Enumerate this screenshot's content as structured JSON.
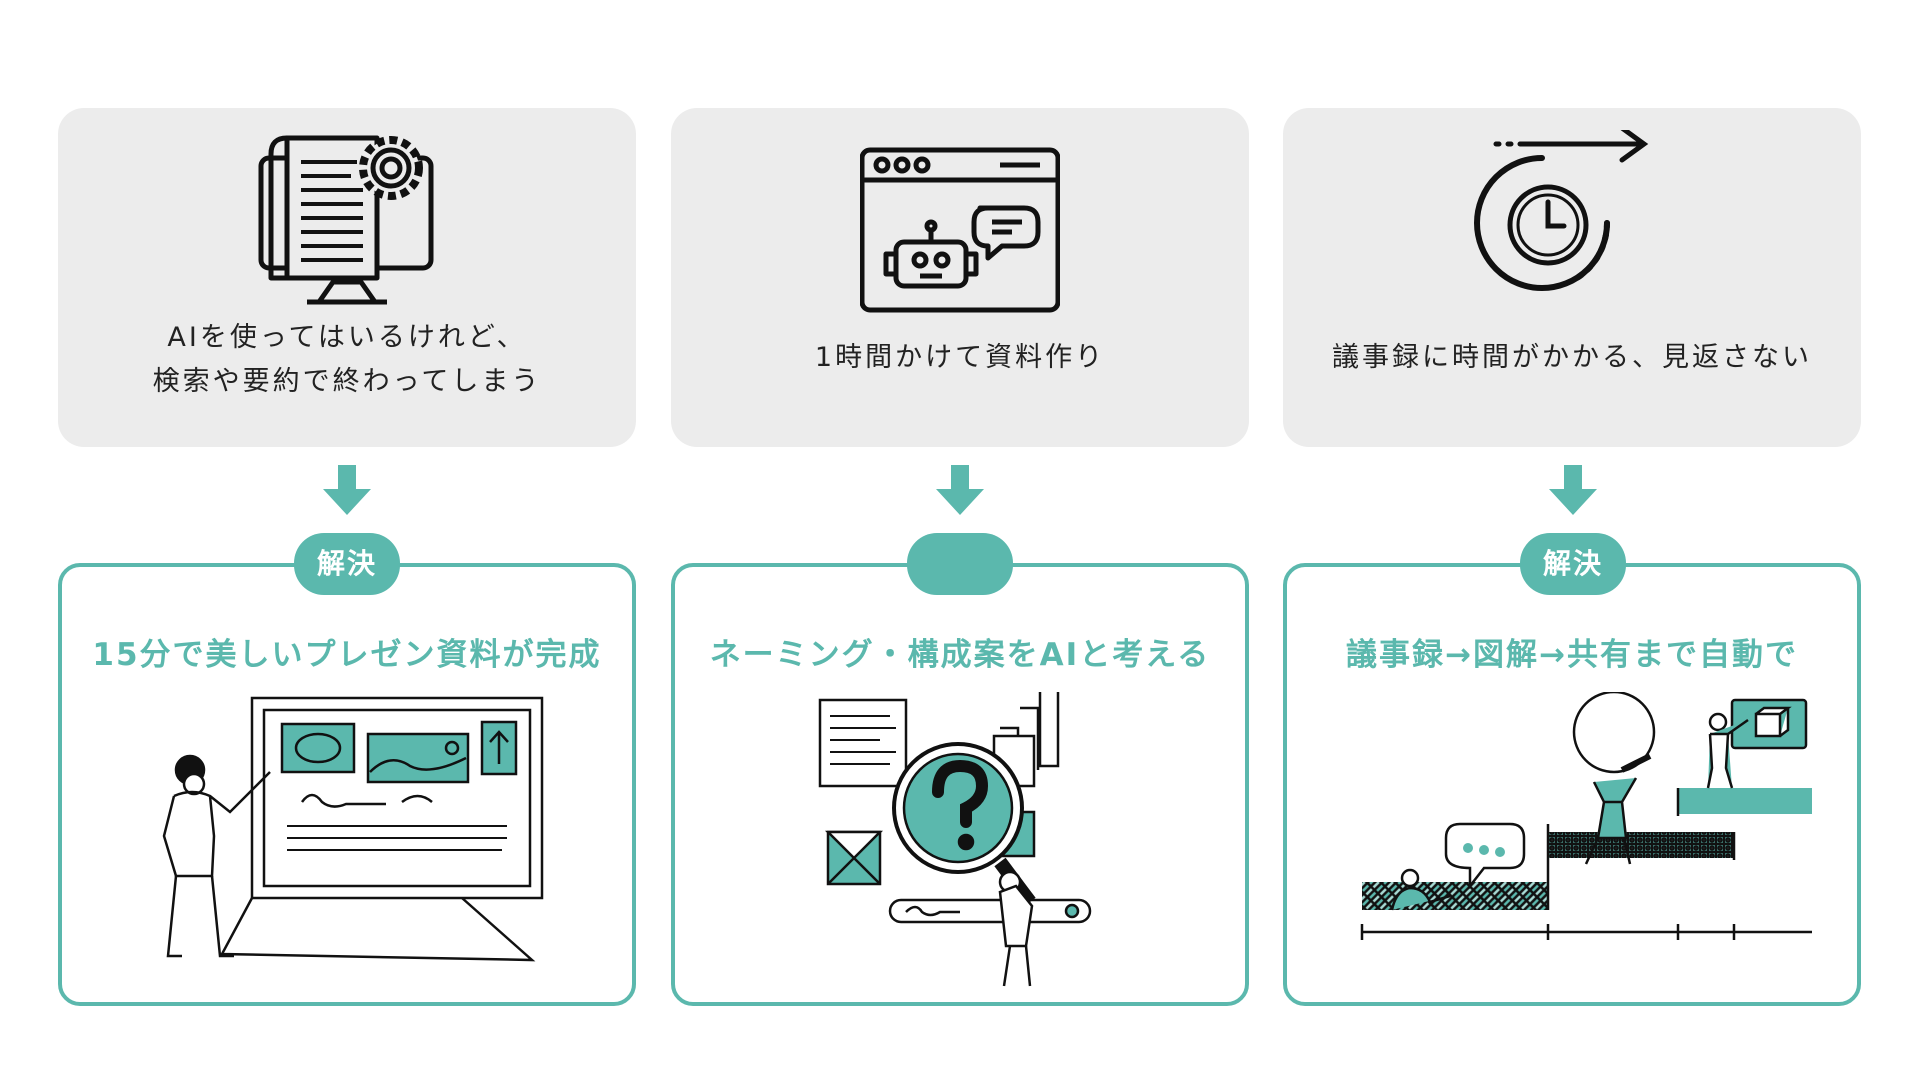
{
  "colors": {
    "accent": "#5bb8ad",
    "card_bg": "#ececec",
    "text": "#222222"
  },
  "problems": [
    {
      "icon": "document-gear-monitor-icon",
      "lines": [
        "AIを使ってはいるけれど、",
        "検索や要約で終わってしまう"
      ]
    },
    {
      "icon": "browser-chatbot-icon",
      "lines": [
        "1時間かけて資料作り"
      ]
    },
    {
      "icon": "clock-arrow-icon",
      "lines": [
        "議事録に時間がかかる、見返さない"
      ]
    }
  ],
  "solutions": [
    {
      "badge": "解決",
      "title": "15分で美しいプレゼン資料が完成",
      "illustration": "person-presenting-laptop"
    },
    {
      "badge": "",
      "title": "ネーミング・構成案をAIと考える",
      "illustration": "magnifier-question"
    },
    {
      "badge": "解決",
      "title": "議事録→図解→共有まで自動で",
      "illustration": "steps-lightbulb"
    }
  ]
}
